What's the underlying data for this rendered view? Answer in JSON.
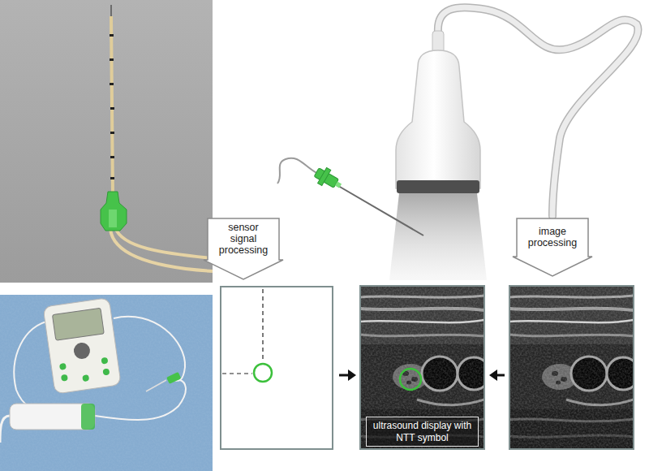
{
  "diagram": {
    "nodes": [
      {
        "text": [
          "sensor signal processing"
        ]
      },
      {
        "text": [
          "image processing"
        ]
      },
      {
        "text": [
          "ultrasound display with NTT symbol"
        ]
      }
    ]
  }
}
